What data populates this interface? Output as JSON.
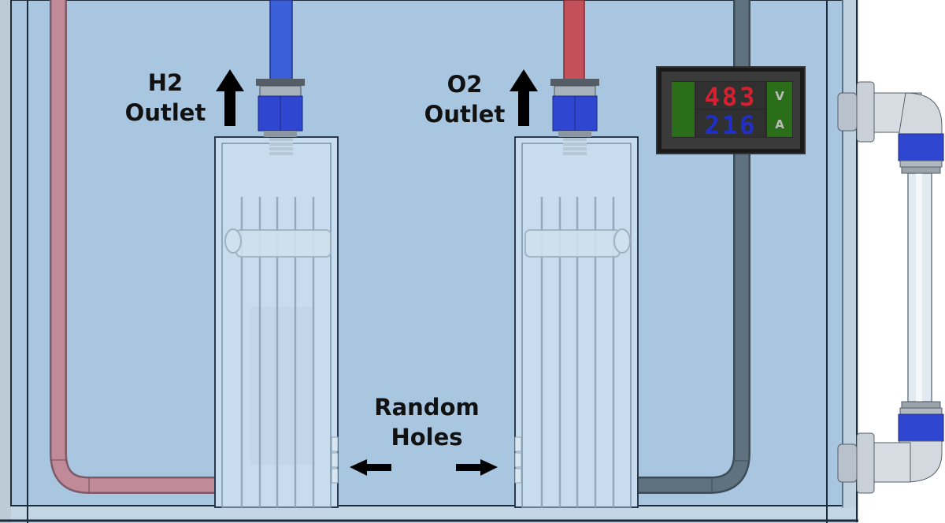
{
  "title": "Electrolyzer tank assembly",
  "labels": {
    "h2_line1": "H2",
    "h2_line2": "Outlet",
    "o2_line1": "O2",
    "o2_line2": "Outlet",
    "holes_line1": "Random",
    "holes_line2": "Holes"
  },
  "meter": {
    "voltage_display": "483",
    "current_display": "216",
    "voltage_unit": "V",
    "current_unit": "A"
  },
  "colors": {
    "tank_fill": "#a9c6e0",
    "tank_light": "#c6dbee",
    "h2_tube": "#3b5fd6",
    "o2_tube": "#c4505a",
    "left_tube": "#c18a98",
    "right_tube": "#5f7280",
    "fitting_blue": "#2f47d0",
    "meter_green": "#2a6e19",
    "voltage_digit": "#d62030",
    "current_digit": "#1f2fc8"
  }
}
